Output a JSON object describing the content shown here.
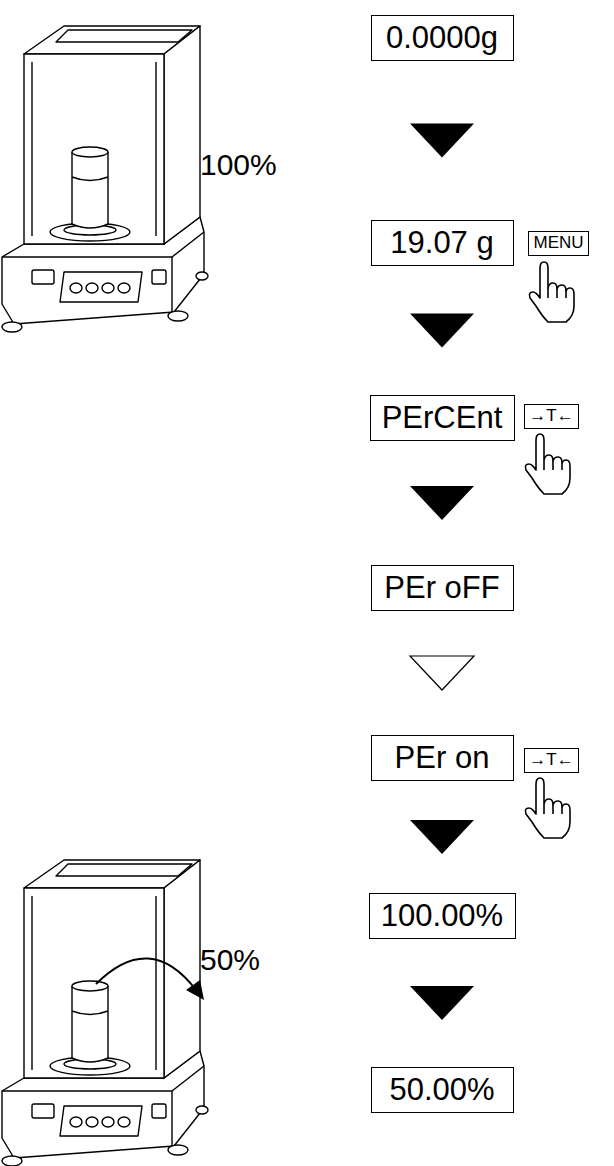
{
  "diagram": {
    "nodes": [
      {
        "text": [
          "0.0000g"
        ]
      },
      {
        "text": [
          "19.07 g"
        ]
      },
      {
        "text": [
          "MENU"
        ]
      },
      {
        "text": [
          "PErCEnt"
        ]
      },
      {
        "text": [
          "→T←"
        ]
      },
      {
        "text": [
          "PEr oFF"
        ]
      },
      {
        "text": [
          "PEr on"
        ]
      },
      {
        "text": [
          "→T←"
        ]
      },
      {
        "text": [
          "100.00%"
        ]
      },
      {
        "text": [
          "50.00%"
        ]
      }
    ],
    "edges": [
      {
        "from": 0,
        "to": 1,
        "arrow": "to"
      },
      {
        "from": 1,
        "to": 3,
        "arrow": "to"
      },
      {
        "from": 3,
        "to": 5,
        "arrow": "to"
      },
      {
        "from": 5,
        "to": 6,
        "arrow": "to"
      },
      {
        "from": 6,
        "to": 8,
        "arrow": "to"
      },
      {
        "from": 8,
        "to": 9,
        "arrow": "to"
      }
    ],
    "labels": [
      "100%",
      "50%"
    ]
  }
}
